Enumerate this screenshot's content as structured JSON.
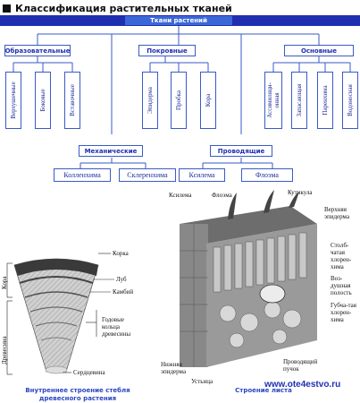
{
  "title": "Классификация растительных тканей",
  "root": "Ткани растений",
  "groups": {
    "educational": {
      "label": "Образовательные",
      "items": [
        "Верхушечные",
        "Боковые",
        "Вставочные"
      ]
    },
    "cover": {
      "label": "Покровные",
      "items": [
        "Эпидерма",
        "Пробка",
        "Кора"
      ]
    },
    "basic": {
      "label": "Основные",
      "items": [
        "Ассимиляци-онная",
        "Запасающая",
        "Паренхима",
        "Водоносная"
      ]
    },
    "mechanical": {
      "label": "Механические",
      "items": [
        "Колленхима",
        "Склеренхима"
      ]
    },
    "conductive": {
      "label": "Проводящие",
      "items": [
        "Ксилема",
        "Флоэма"
      ]
    }
  },
  "stem_labels": {
    "korka": "Корка",
    "lub": "Луб",
    "kambiy": "Камбий",
    "kolca": "Годовые кольца древесины",
    "serdcevina": "Сердцевина",
    "kora": "Кора",
    "drevesina": "Древесина"
  },
  "leaf_labels": {
    "ksilema": "Ксилема",
    "floema": "Флоэма",
    "kutikula": "Кутикула",
    "verh_epiderma": "Верхняя эпидерма",
    "stolbch": "Столб-чатая хлорен-хима",
    "vozd": "Воз-душная полость",
    "gubch": "Губча-тая хлорен-хима",
    "nizh_epiderma": "Нижняя эпидерма",
    "ustca": "Устьица",
    "puchok": "Проводящий пучок"
  },
  "captions": {
    "stem": "Внутреннее строение стебля древесного растения",
    "leaf": "Строение листа"
  },
  "watermark": "www.ote4estvo.ru"
}
